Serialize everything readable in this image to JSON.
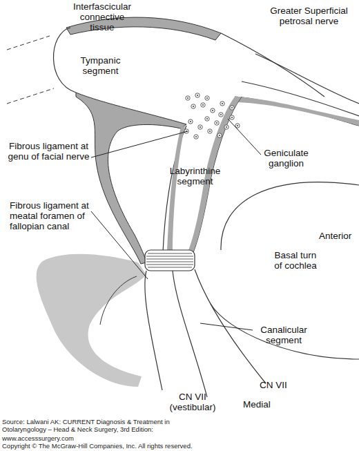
{
  "diagram": {
    "labels": [
      "Interfascicular connective tissue",
      "Greater Superficial petrosal nerve",
      "Tympanic segment",
      "Geniculate ganglion",
      "Fibrous ligament at genu of facial nerve",
      "Labyrinthine segment",
      "Fibrous ligament at meatal foramen of fallopian canal",
      "Anterior",
      "Basal turn of cochlea",
      "Canalicular segment",
      "CN VII",
      "CN VII (vestibular)",
      "Medial",
      "Source: Lalwani AK: CURRENT Diagnosis & Treatment in Otolaryngology – Head & Neck Surgery, 3rd Edition:",
      "www.accesssurgery.com",
      "Copyright © The McGraw-Hill Companies, Inc. All rights reserved."
    ]
  }
}
